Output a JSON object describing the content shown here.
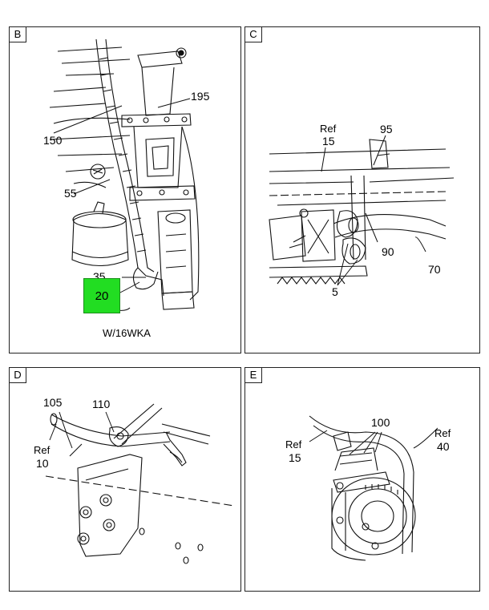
{
  "panels": {
    "B": {
      "letter": "B",
      "caption": "W/16WKA",
      "callouts": {
        "c195": "195",
        "c150": "150",
        "c55": "55",
        "c35": "35"
      },
      "highlight": {
        "label": "20",
        "color": "#22dd22"
      }
    },
    "C": {
      "letter": "C",
      "callouts": {
        "ref15_a": "Ref",
        "ref15_b": "15",
        "c95": "95",
        "c90": "90",
        "c70": "70",
        "c5": "5"
      }
    },
    "D": {
      "letter": "D",
      "callouts": {
        "c105": "105",
        "c110": "110",
        "ref10_a": "Ref",
        "ref10_b": "10"
      }
    },
    "E": {
      "letter": "E",
      "callouts": {
        "c100": "100",
        "ref15_a": "Ref",
        "ref15_b": "15",
        "ref40_a": "Ref",
        "ref40_b": "40"
      }
    }
  }
}
